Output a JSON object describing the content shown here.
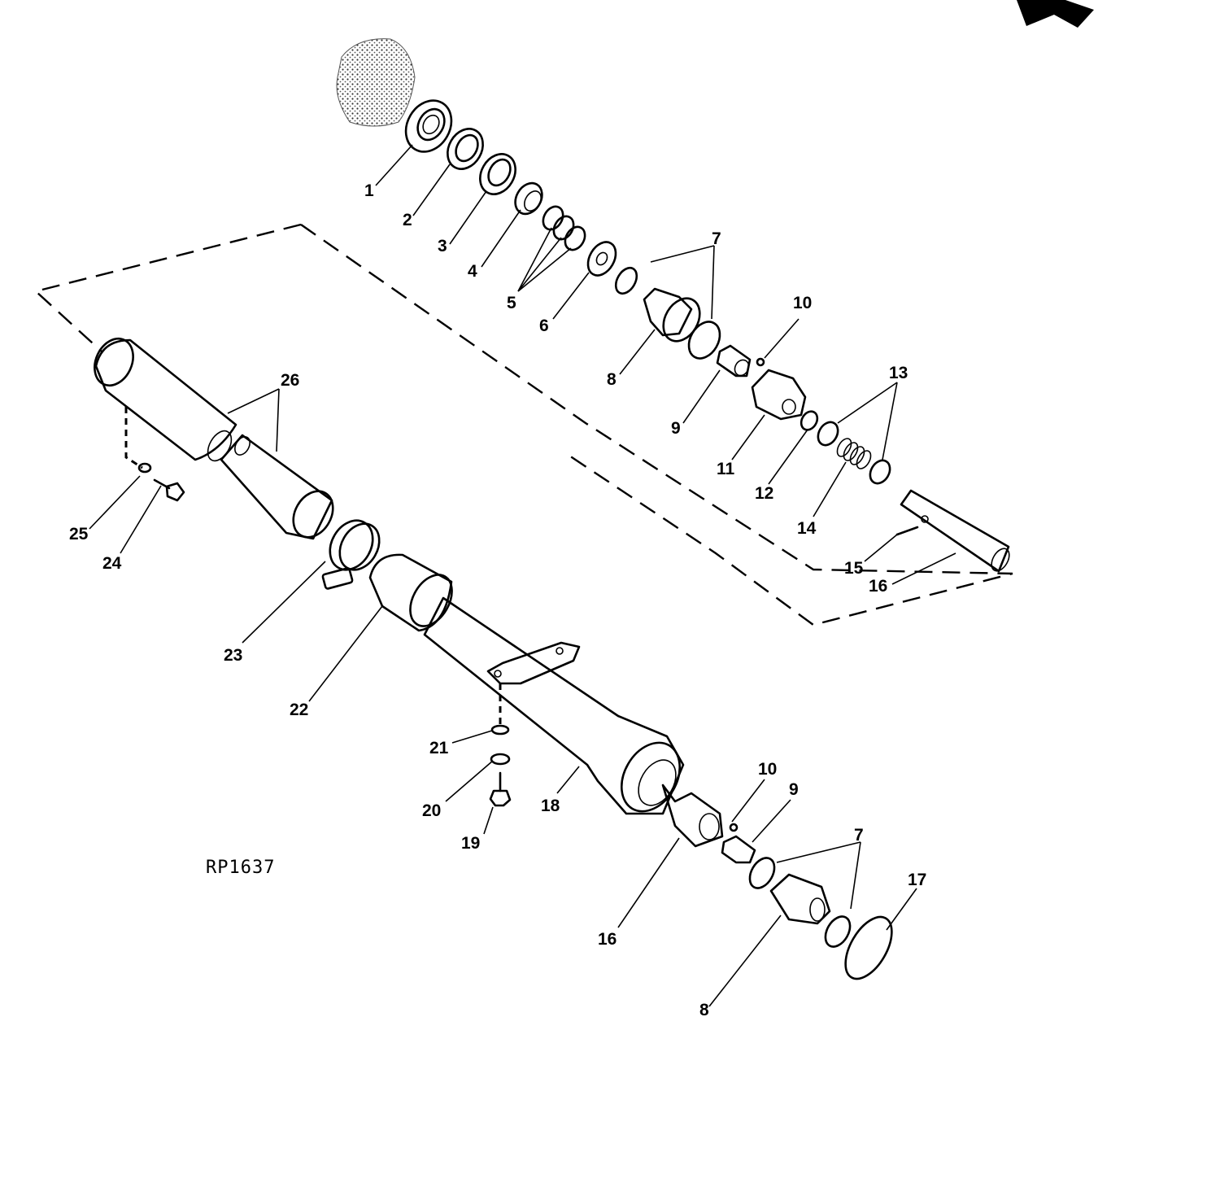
{
  "figure_id": "RP1637",
  "callouts": [
    {
      "id": "c1",
      "label": "1"
    },
    {
      "id": "c2",
      "label": "2"
    },
    {
      "id": "c3",
      "label": "3"
    },
    {
      "id": "c4",
      "label": "4"
    },
    {
      "id": "c5",
      "label": "5"
    },
    {
      "id": "c6",
      "label": "6"
    },
    {
      "id": "c7a",
      "label": "7"
    },
    {
      "id": "c8a",
      "label": "8"
    },
    {
      "id": "c9a",
      "label": "9"
    },
    {
      "id": "c10a",
      "label": "10"
    },
    {
      "id": "c11",
      "label": "11"
    },
    {
      "id": "c12",
      "label": "12"
    },
    {
      "id": "c13",
      "label": "13"
    },
    {
      "id": "c14",
      "label": "14"
    },
    {
      "id": "c15",
      "label": "15"
    },
    {
      "id": "c16a",
      "label": "16"
    },
    {
      "id": "c26",
      "label": "26"
    },
    {
      "id": "c25",
      "label": "25"
    },
    {
      "id": "c24",
      "label": "24"
    },
    {
      "id": "c23",
      "label": "23"
    },
    {
      "id": "c22",
      "label": "22"
    },
    {
      "id": "c21",
      "label": "21"
    },
    {
      "id": "c20",
      "label": "20"
    },
    {
      "id": "c19",
      "label": "19"
    },
    {
      "id": "c18",
      "label": "18"
    },
    {
      "id": "c16b",
      "label": "16"
    },
    {
      "id": "c10b",
      "label": "10"
    },
    {
      "id": "c9b",
      "label": "9"
    },
    {
      "id": "c7b",
      "label": "7"
    },
    {
      "id": "c17",
      "label": "17"
    },
    {
      "id": "c8b",
      "label": "8"
    }
  ]
}
